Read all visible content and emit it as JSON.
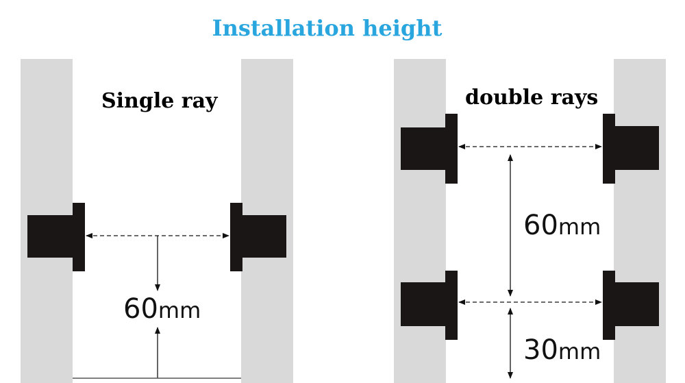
{
  "title": "Installation height",
  "single": {
    "label": "Single ray",
    "distance": "60",
    "unit": "mm"
  },
  "double": {
    "label": "double rays",
    "spacing": "60",
    "spacing_unit": "mm",
    "bottom": "30",
    "bottom_unit": "mm"
  },
  "colors": {
    "title": "#2aa6df",
    "wall": "#d9d9d9",
    "sensor": "#1a1616"
  }
}
